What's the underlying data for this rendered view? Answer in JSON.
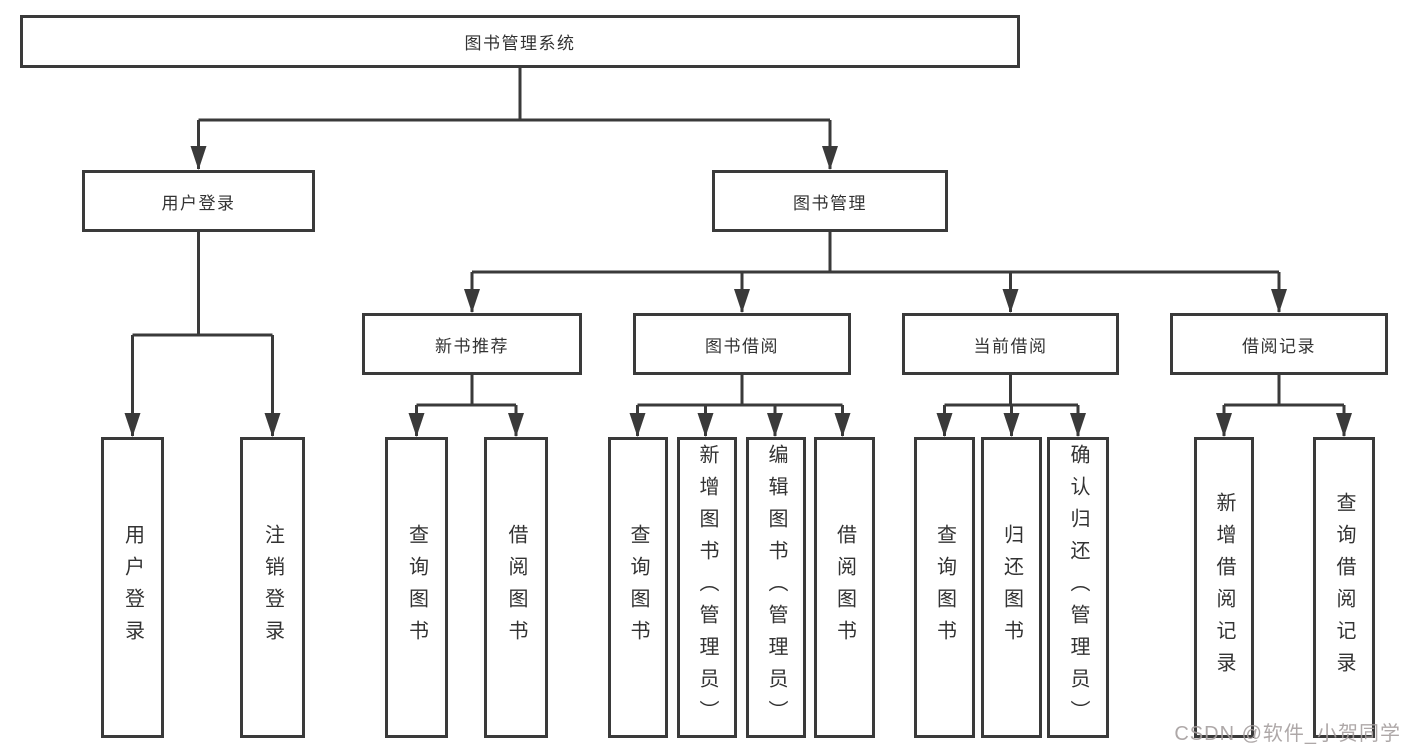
{
  "tree": {
    "label": "图书管理系统",
    "children": [
      {
        "label": "用户登录",
        "children": [
          {
            "label": "用户登录"
          },
          {
            "label": "注销登录"
          }
        ]
      },
      {
        "label": "图书管理",
        "children": [
          {
            "label": "新书推荐",
            "children": [
              {
                "label": "查询图书"
              },
              {
                "label": "借阅图书"
              }
            ]
          },
          {
            "label": "图书借阅",
            "children": [
              {
                "label": "查询图书"
              },
              {
                "label": "新增图书（管理员）"
              },
              {
                "label": "编辑图书（管理员）"
              },
              {
                "label": "借阅图书"
              }
            ]
          },
          {
            "label": "当前借阅",
            "children": [
              {
                "label": "查询图书"
              },
              {
                "label": "归还图书"
              },
              {
                "label": "确认归还（管理员）"
              }
            ]
          },
          {
            "label": "借阅记录",
            "children": [
              {
                "label": "新增借阅记录"
              },
              {
                "label": "查询借阅记录"
              }
            ]
          }
        ]
      }
    ]
  },
  "watermark": "CSDN @软件_小贺同学",
  "colors": {
    "line": "#3a3a3a",
    "box_border": "#3a3a3a",
    "box_fill": "#ffffff",
    "text": "#333333",
    "watermark": "#a59e9e"
  }
}
